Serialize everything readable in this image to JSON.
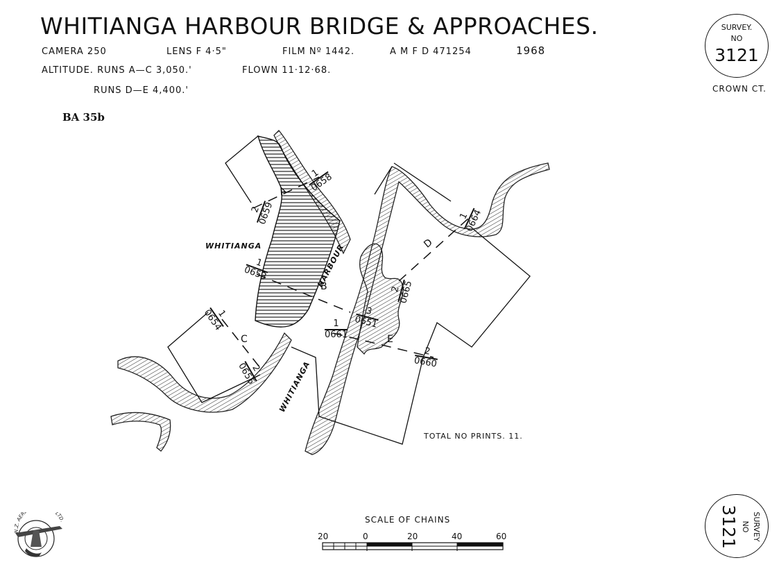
{
  "header": {
    "title": "WHITIANGA  HARBOUR  BRIDGE & APPROACHES.",
    "camera": "CAMERA 250",
    "lens": "LENS F 4·5\"",
    "film": "FILM Nº 1442.",
    "amfd": "A M F D 471254",
    "year": "1968",
    "altitude": "ALTITUDE.  RUNS  A—C  3,050.'",
    "flown": "FLOWN   11·12·68.",
    "runs_de": "RUNS  D—E  4,400.'"
  },
  "reference": "BA 35b",
  "survey_top": {
    "line1": "SURVEY.",
    "line2": "NO",
    "number": "3121",
    "caption": "CROWN  CT."
  },
  "survey_bottom": {
    "line1": "SURVEY",
    "line2": "NO",
    "number": "3121"
  },
  "map": {
    "place_labels": [
      "WHITIANGA",
      "HARBOUR",
      "WHITIANGA"
    ],
    "run_labels": [
      "A",
      "B",
      "C",
      "D",
      "E"
    ],
    "photo_labels": [
      {
        "run": "1",
        "photo": "0658"
      },
      {
        "run": "2",
        "photo": "0659"
      },
      {
        "run": "1",
        "photo": "0653"
      },
      {
        "run": "1",
        "photo": "0654"
      },
      {
        "run": "2",
        "photo": "0655"
      },
      {
        "run": "1",
        "photo": "0664"
      },
      {
        "run": "2",
        "photo": "0665"
      },
      {
        "run": "3",
        "photo": "0651"
      },
      {
        "run": "1",
        "photo": "0661"
      },
      {
        "run": "2",
        "photo": "0660"
      }
    ],
    "total_prints": "TOTAL  NO  PRINTS.  11."
  },
  "scale": {
    "title": "SCALE  OF  CHAINS",
    "ticks": [
      "20",
      "0",
      "20",
      "40",
      "60"
    ]
  },
  "logo_text": "N.Z. AERIAL MAPPING LTD."
}
